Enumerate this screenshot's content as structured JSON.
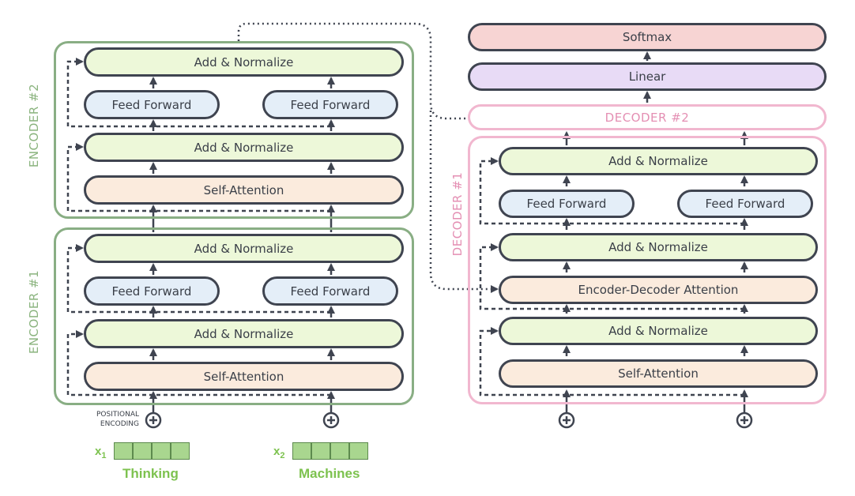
{
  "encoders": [
    {
      "label": "ENCODER #1",
      "self_attention": "Self-Attention",
      "add_norm_1": "Add & Normalize",
      "ffn_left": "Feed Forward",
      "ffn_right": "Feed Forward",
      "add_norm_2": "Add & Normalize"
    },
    {
      "label": "ENCODER #2",
      "self_attention": "Self-Attention",
      "add_norm_1": "Add & Normalize",
      "ffn_left": "Feed Forward",
      "ffn_right": "Feed Forward",
      "add_norm_2": "Add & Normalize"
    }
  ],
  "decoder1": {
    "label": "DECODER #1",
    "self_attention": "Self-Attention",
    "add_norm_1": "Add & Normalize",
    "enc_dec_attention": "Encoder-Decoder Attention",
    "add_norm_2": "Add & Normalize",
    "ffn_left": "Feed Forward",
    "ffn_right": "Feed Forward",
    "add_norm_3": "Add & Normalize"
  },
  "decoder2": {
    "label": "DECODER #2"
  },
  "output": {
    "linear": "Linear",
    "softmax": "Softmax"
  },
  "positional_encoding": {
    "line1": "POSITIONAL",
    "line2": "ENCODING"
  },
  "inputs": [
    {
      "symbol": "x",
      "subscript": "1",
      "word": "Thinking"
    },
    {
      "symbol": "x",
      "subscript": "2",
      "word": "Machines"
    }
  ],
  "colors": {
    "encoder_border": "#89ae84",
    "decoder_border": "#f1b7cf",
    "add_norm_fill": "#edf8d9",
    "feed_forward_fill": "#e4eef8",
    "attention_fill": "#fbebdd",
    "linear_fill": "#e8dbf6",
    "softmax_fill": "#f7d4d3",
    "word_color": "#7dc24f"
  }
}
